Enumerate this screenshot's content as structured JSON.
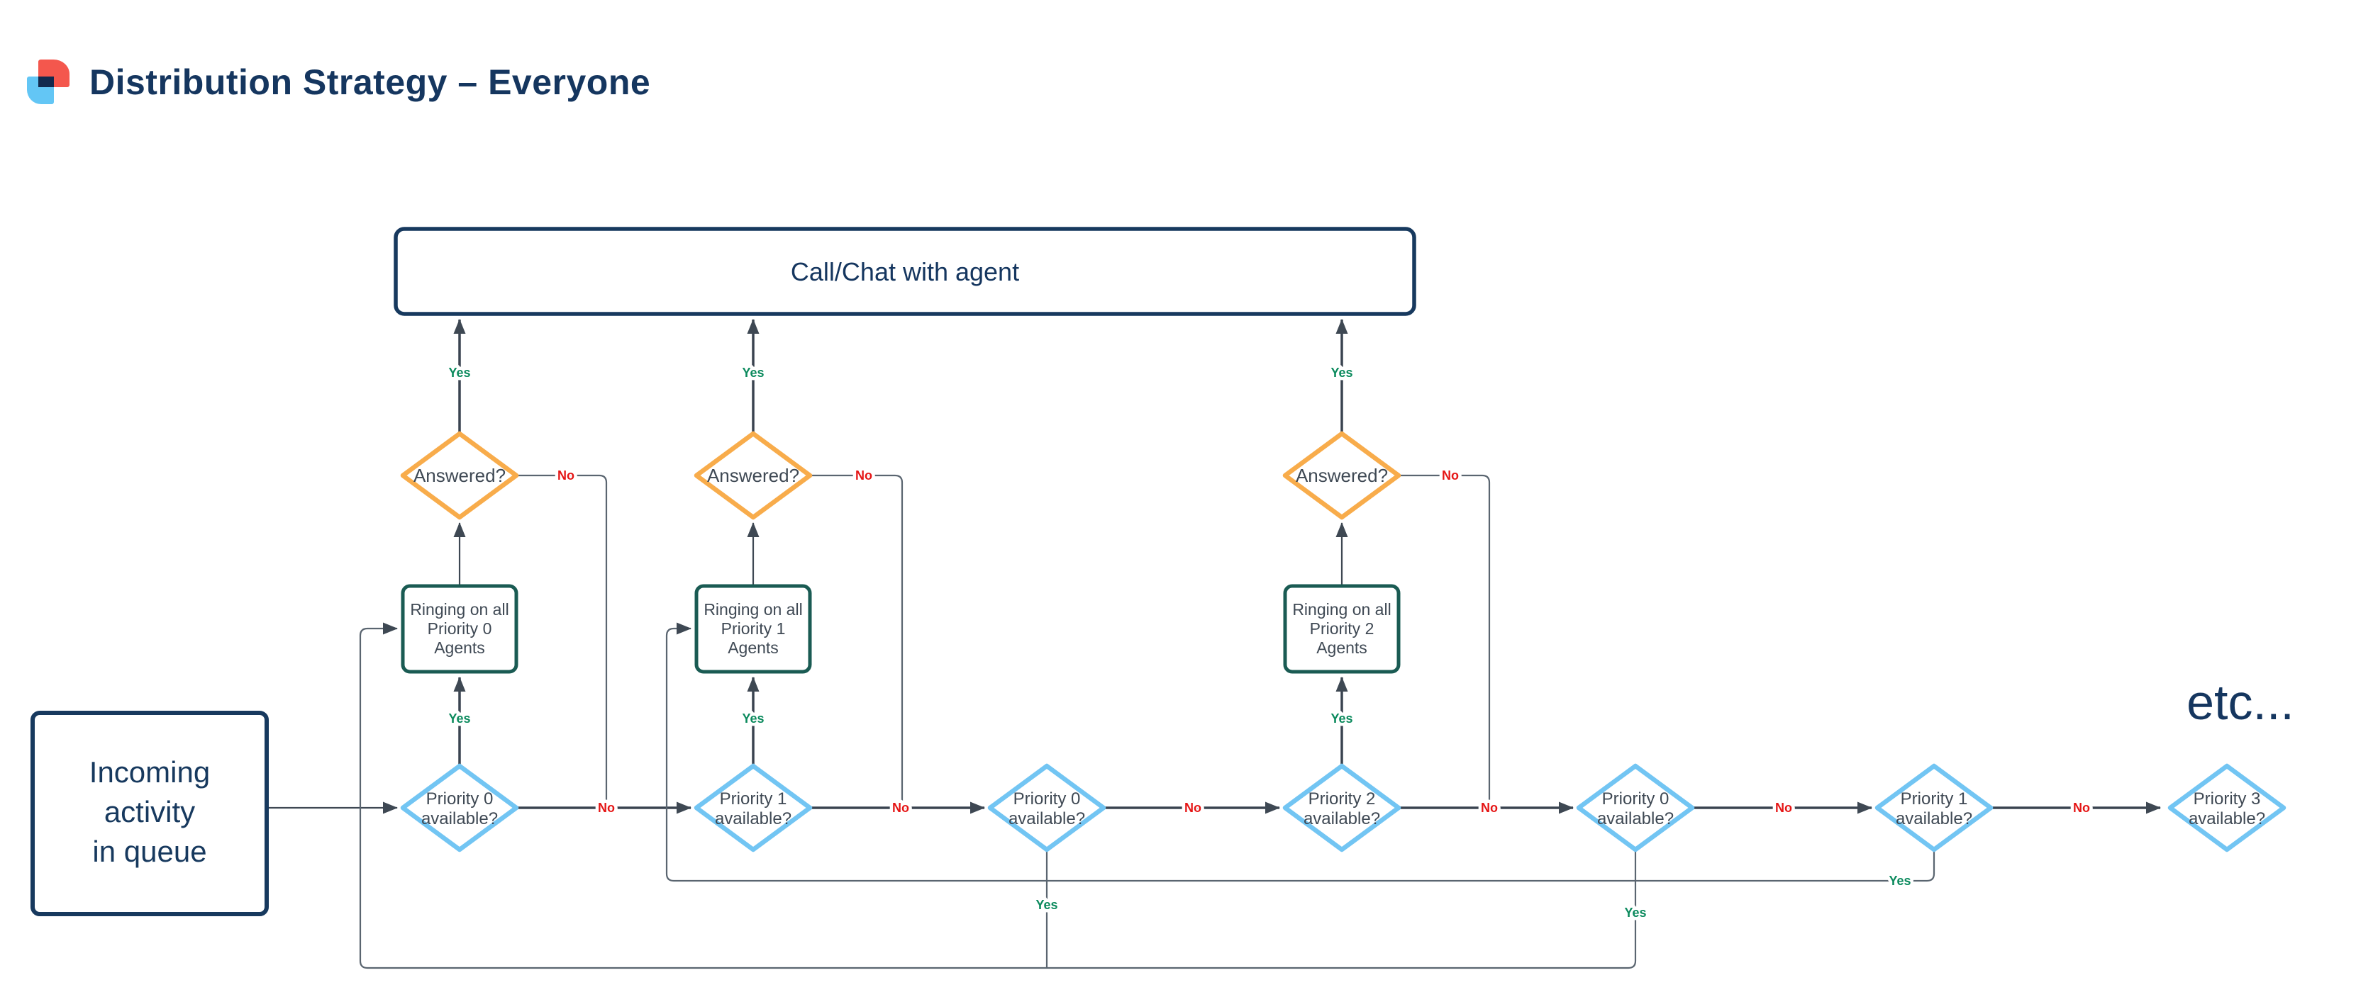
{
  "title": "Distribution Strategy – Everyone",
  "labels": {
    "yes": "Yes",
    "no": "No",
    "etc": "etc..."
  },
  "nodes": {
    "incoming": {
      "lines": [
        "Incoming",
        "activity",
        "in queue"
      ]
    },
    "call_chat": {
      "label": "Call/Chat with agent"
    },
    "answered": {
      "label": "Answered?"
    },
    "ringing": [
      {
        "lines": [
          "Ringing on all",
          "Priority 0",
          "Agents"
        ]
      },
      {
        "lines": [
          "Ringing on all",
          "Priority 1",
          "Agents"
        ]
      },
      {
        "lines": [
          "Ringing on all",
          "Priority 2",
          "Agents"
        ]
      }
    ],
    "priorities": [
      {
        "lines": [
          "Priority 0",
          "available?"
        ]
      },
      {
        "lines": [
          "Priority 1",
          "available?"
        ]
      },
      {
        "lines": [
          "Priority 0",
          "available?"
        ]
      },
      {
        "lines": [
          "Priority 2",
          "available?"
        ]
      },
      {
        "lines": [
          "Priority 0",
          "available?"
        ]
      },
      {
        "lines": [
          "Priority 1",
          "available?"
        ]
      },
      {
        "lines": [
          "Priority 3",
          "available?"
        ]
      }
    ]
  },
  "colors": {
    "navy": "#17395E",
    "teal_border": "#1A5B53",
    "orange_border": "#F8AC4B",
    "blue_border": "#72C5F3",
    "yes_green": "#0B8A5D",
    "no_red": "#E51515",
    "edge_dark": "#3A4450",
    "edge_loop": "#5A6570",
    "node_text": "#3F4954",
    "logo_red": "#F4574D",
    "logo_blue": "#63C6F5",
    "background": "#FFFFFF"
  }
}
